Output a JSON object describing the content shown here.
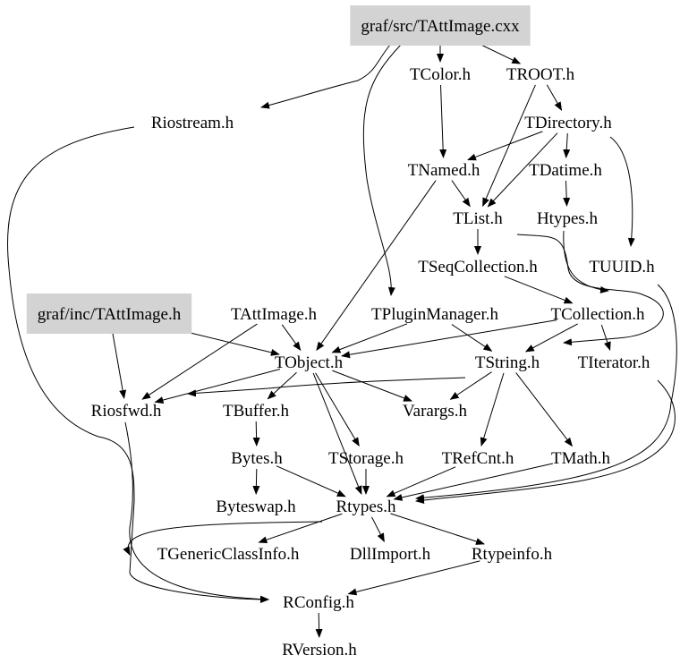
{
  "nodes": {
    "cxx": "graf/src/TAttImage.cxx",
    "tcolor": "TColor.h",
    "troot": "TROOT.h",
    "riostream": "Riostream.h",
    "tdirectory": "TDirectory.h",
    "tnamed": "TNamed.h",
    "tdatime": "TDatime.h",
    "tlist": "TList.h",
    "htypes": "Htypes.h",
    "tseqcollection": "TSeqCollection.h",
    "tuuid": "TUUID.h",
    "incattimage": "graf/inc/TAttImage.h",
    "tattimage": "TAttImage.h",
    "tpluginmanager": "TPluginManager.h",
    "tcollection": "TCollection.h",
    "tobject": "TObject.h",
    "tstring": "TString.h",
    "titerator": "TIterator.h",
    "riosfwd": "Riosfwd.h",
    "tbuffer": "TBuffer.h",
    "varargs": "Varargs.h",
    "bytes": "Bytes.h",
    "tstorage": "TStorage.h",
    "trefcnt": "TRefCnt.h",
    "tmath": "TMath.h",
    "byteswap": "Byteswap.h",
    "rtypes": "Rtypes.h",
    "tgenericclassinfo": "TGenericClassInfo.h",
    "dllimport": "DllImport.h",
    "rtypeinfo": "Rtypeinfo.h",
    "rconfig": "RConfig.h",
    "rversion": "RVersion.h"
  },
  "highlighted": [
    "cxx",
    "incattimage"
  ],
  "highlight_color": "#d3d3d3",
  "edges": [
    [
      "cxx",
      "tcolor"
    ],
    [
      "cxx",
      "troot"
    ],
    [
      "cxx",
      "riostream"
    ],
    [
      "cxx",
      "tpluginmanager"
    ],
    [
      "tcolor",
      "tnamed"
    ],
    [
      "troot",
      "tdirectory"
    ],
    [
      "troot",
      "tlist"
    ],
    [
      "tdirectory",
      "tnamed"
    ],
    [
      "tdirectory",
      "tlist"
    ],
    [
      "tdirectory",
      "tdatime"
    ],
    [
      "tdirectory",
      "tuuid"
    ],
    [
      "tnamed",
      "tlist"
    ],
    [
      "tnamed",
      "tobject"
    ],
    [
      "tdatime",
      "htypes"
    ],
    [
      "tlist",
      "tseqcollection"
    ],
    [
      "tlist",
      "titerator"
    ],
    [
      "htypes",
      "rtypes"
    ],
    [
      "tseqcollection",
      "tcollection"
    ],
    [
      "tcollection",
      "tobject"
    ],
    [
      "tcollection",
      "tstring"
    ],
    [
      "tcollection",
      "titerator"
    ],
    [
      "incattimage",
      "tobject"
    ],
    [
      "incattimage",
      "riosfwd"
    ],
    [
      "tattimage",
      "tobject"
    ],
    [
      "tattimage",
      "riosfwd"
    ],
    [
      "tpluginmanager",
      "tobject"
    ],
    [
      "tpluginmanager",
      "tstring"
    ],
    [
      "tobject",
      "riosfwd"
    ],
    [
      "tobject",
      "tbuffer"
    ],
    [
      "tobject",
      "varargs"
    ],
    [
      "tobject",
      "tstorage"
    ],
    [
      "tobject",
      "rtypes"
    ],
    [
      "tstring",
      "tobject"
    ],
    [
      "tstring",
      "varargs"
    ],
    [
      "tstring",
      "trefcnt"
    ],
    [
      "tstring",
      "tmath"
    ],
    [
      "tbuffer",
      "bytes"
    ],
    [
      "bytes",
      "byteswap"
    ],
    [
      "bytes",
      "rtypes"
    ],
    [
      "tstorage",
      "rtypes"
    ],
    [
      "trefcnt",
      "rtypes"
    ],
    [
      "tmath",
      "rtypes"
    ],
    [
      "titerator",
      "rtypes"
    ],
    [
      "tuuid",
      "rtypes"
    ],
    [
      "rtypes",
      "tgenericclassinfo"
    ],
    [
      "rtypes",
      "dllimport"
    ],
    [
      "rtypes",
      "rtypeinfo"
    ],
    [
      "rtypes",
      "rconfig"
    ],
    [
      "rtypeinfo",
      "rconfig"
    ],
    [
      "rconfig",
      "rversion"
    ],
    [
      "riostream",
      "rconfig"
    ],
    [
      "riosfwd",
      "rconfig"
    ]
  ]
}
